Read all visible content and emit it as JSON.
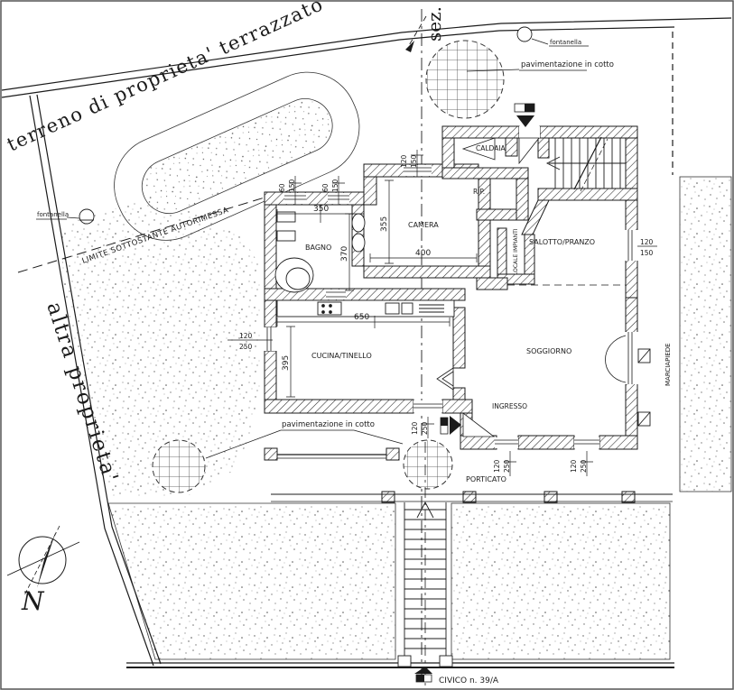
{
  "site": {
    "terrain_label": "terreno di proprieta' terrazzato",
    "other_property_label": "altra proprieta'",
    "section_label": "sez.",
    "garage_limit_label": "LIMITE SOTTOSTANTE AUTORIMESSA",
    "sidewalk_label": "MARCIAPIEDE",
    "civic_label": "CIVICO n. 39/A",
    "north_label": "N",
    "fountain_label": "fontanella",
    "paving_label": "pavimentazione in cotto"
  },
  "rooms": {
    "boiler": "CALDAIA",
    "storage": "RIP.",
    "bedroom": "CAMERA",
    "bathroom": "BAGNO",
    "living_dining": "SALOTTO/PRANZO",
    "plant_room": "LOCALE IMPIANTI",
    "kitchen": "CUCINA/TINELLO",
    "living_room": "SOGGIORNO",
    "entrance": "INGRESSO",
    "porch": "PORTICATO"
  },
  "dimensions": {
    "bath_width": "350",
    "bath_depth": "370",
    "bedroom_depth": "355",
    "bedroom_width": "400",
    "kitchen_width": "650",
    "kitchen_depth": "395"
  },
  "windows": {
    "small": {
      "w": "60",
      "h": "150"
    },
    "mid": {
      "w": "120",
      "h": "150"
    },
    "tall": {
      "w": "120",
      "h": "250"
    }
  },
  "colors": {
    "ink": "#1b1b1b",
    "paper": "#ffffff"
  }
}
